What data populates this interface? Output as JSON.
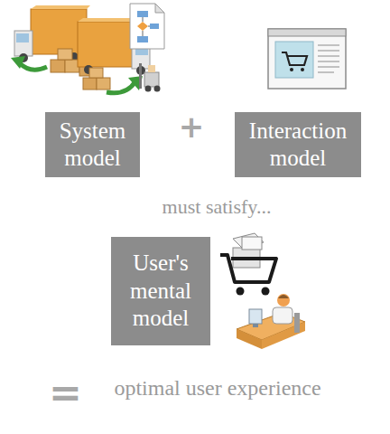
{
  "diagram": {
    "nodes": [
      {
        "text": [
          "System model"
        ]
      },
      {
        "text": [
          "Interaction model"
        ]
      },
      {
        "text": [
          "User's mental model"
        ]
      }
    ],
    "labels": [
      "+",
      "must satisfy...",
      "=",
      "optimal user experience"
    ]
  }
}
